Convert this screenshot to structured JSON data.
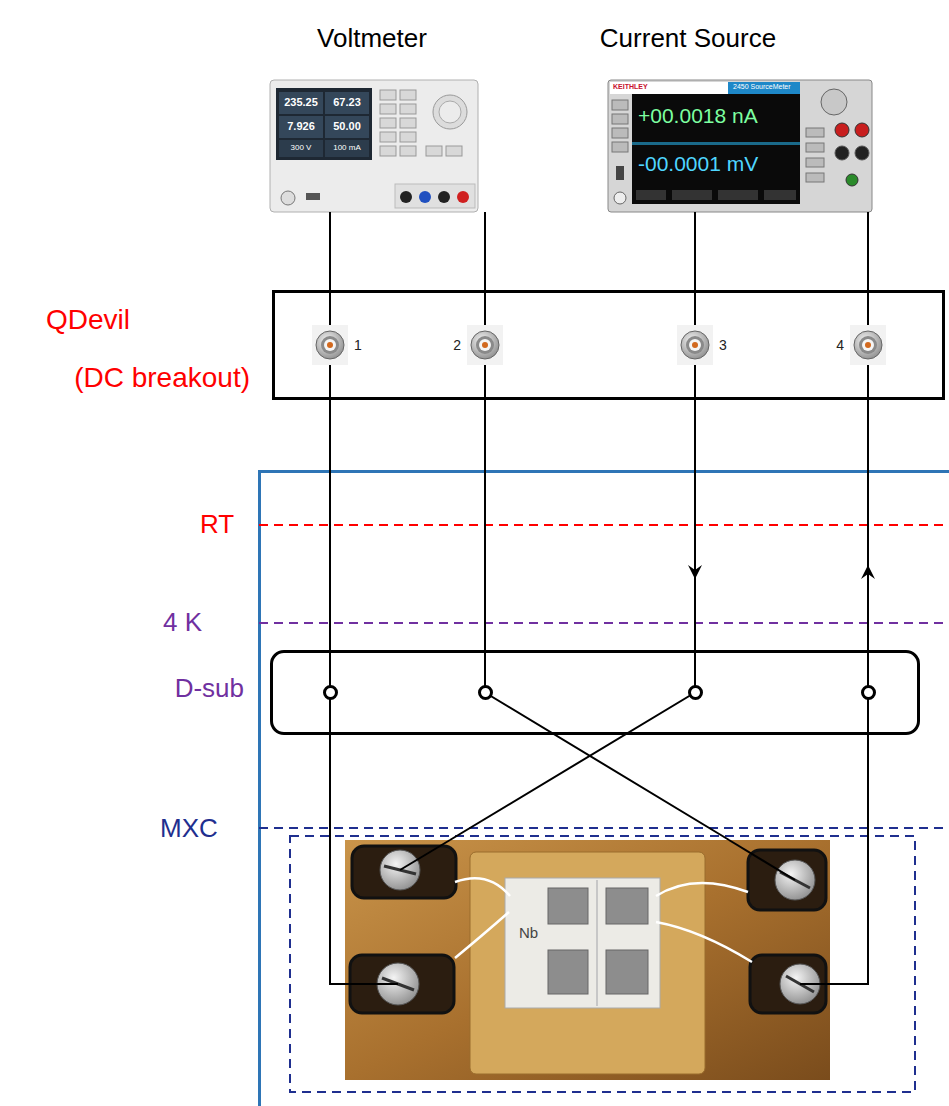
{
  "diagram": {
    "nodes": [
      {
        "text": [
          "Voltmeter"
        ]
      },
      {
        "text": [
          "Current Source"
        ]
      },
      {
        "text": [
          "QDevil",
          "(DC breakout)"
        ]
      },
      {
        "text": [
          "1"
        ],
        "in": 2
      },
      {
        "text": [
          "2"
        ],
        "in": 2
      },
      {
        "text": [
          "3"
        ],
        "in": 2
      },
      {
        "text": [
          "4"
        ],
        "in": 2
      },
      {
        "text": [
          "D-sub"
        ]
      },
      {
        "text": [
          "Nb"
        ]
      }
    ],
    "edges": [
      {
        "from": 0,
        "to": 3,
        "arrow": "none"
      },
      {
        "from": 0,
        "to": 4,
        "arrow": "none"
      },
      {
        "from": 1,
        "to": 5,
        "arrow": "none"
      },
      {
        "from": 1,
        "to": 6,
        "arrow": "none"
      },
      {
        "from": 3,
        "to": 8,
        "arrow": "none"
      },
      {
        "from": 4,
        "to": 8,
        "arrow": "none"
      },
      {
        "from": 5,
        "to": 8,
        "arrow": "to"
      },
      {
        "from": 8,
        "to": 6,
        "arrow": "to"
      }
    ],
    "labels": [
      "RT",
      "4 K",
      "MXC",
      "235.25",
      "67.23",
      "7.926",
      "50.00",
      "300 V",
      "100 mA",
      "KEITHLEY",
      "2450 SourceMeter",
      "+00.0018 nA",
      "-00.0001 mV"
    ]
  }
}
